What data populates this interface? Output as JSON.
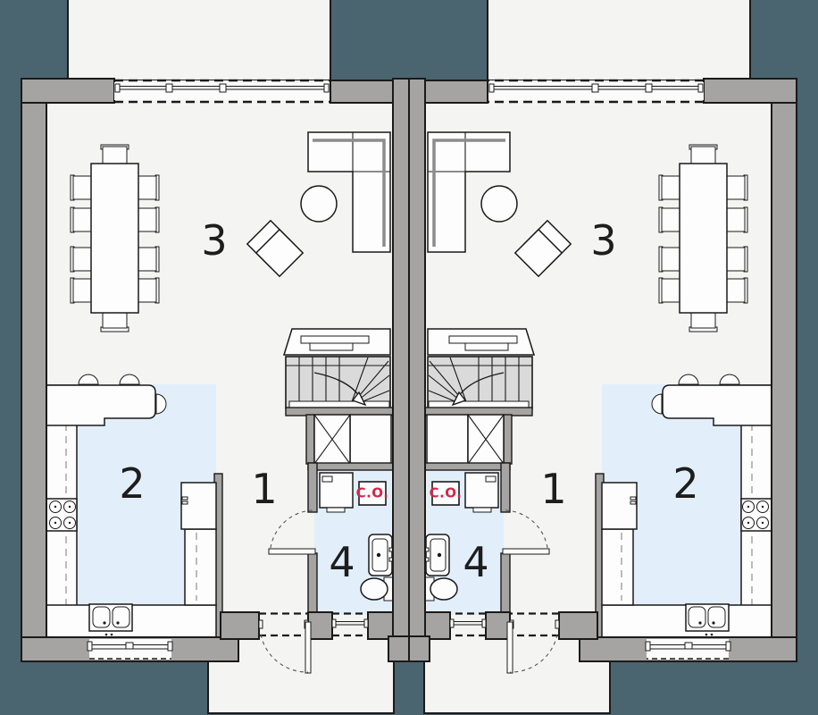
{
  "rooms": {
    "hall": "1",
    "kitchen": "2",
    "living_dining": "3",
    "bathroom": "4"
  },
  "boiler": {
    "label": "C.O."
  },
  "colors": {
    "background": "#4a656f",
    "wall": "#a5a4a2",
    "floor": "#f4f4f3",
    "wet_room": "#e2effb",
    "stairs": "#dadada",
    "label_red": "#d92347",
    "line": "#1a1a1a"
  }
}
